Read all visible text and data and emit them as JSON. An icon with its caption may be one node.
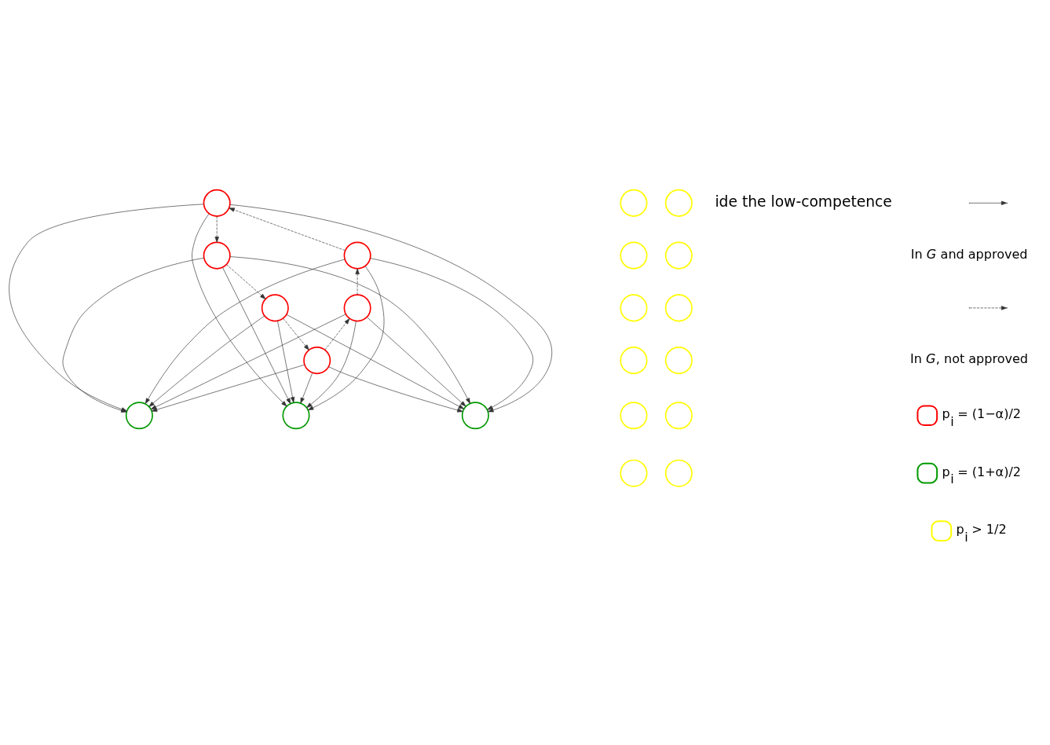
{
  "diagram": {
    "nodes": [
      {
        "text": [],
        "shape": "circle"
      },
      {
        "text": [],
        "shape": "circle"
      },
      {
        "text": [],
        "shape": "circle"
      },
      {
        "text": [],
        "shape": "circle"
      },
      {
        "text": [],
        "shape": "circle"
      },
      {
        "text": [],
        "shape": "circle"
      },
      {
        "text": [],
        "shape": "circle"
      },
      {
        "text": [],
        "shape": "circle"
      },
      {
        "text": [],
        "shape": "circle"
      },
      {
        "text": [],
        "shape": "circle"
      },
      {
        "text": [],
        "shape": "circle"
      },
      {
        "text": [],
        "shape": "circle"
      },
      {
        "text": [],
        "shape": "circle"
      },
      {
        "text": [],
        "shape": "circle"
      },
      {
        "text": [],
        "shape": "circle"
      },
      {
        "text": [],
        "shape": "circle"
      },
      {
        "text": [],
        "shape": "circle"
      },
      {
        "text": [],
        "shape": "circle"
      },
      {
        "text": [],
        "shape": "circle"
      },
      {
        "text": [],
        "shape": "circle"
      },
      {
        "text": [],
        "shape": "circle"
      }
    ],
    "edges": [
      {
        "from": 0,
        "to": 1,
        "arrow": "to",
        "style": "dashed"
      },
      {
        "from": 2,
        "to": 0,
        "arrow": "to",
        "style": "dashed"
      },
      {
        "from": 1,
        "to": 3,
        "arrow": "to",
        "style": "dashed"
      },
      {
        "from": 4,
        "to": 2,
        "arrow": "to",
        "style": "dashed"
      },
      {
        "from": 3,
        "to": 5,
        "arrow": "to",
        "style": "dashed"
      },
      {
        "from": 5,
        "to": 4,
        "arrow": "to",
        "style": "dashed"
      },
      {
        "from": 0,
        "to": 6,
        "arrow": "to"
      },
      {
        "from": 0,
        "to": 7,
        "arrow": "to"
      },
      {
        "from": 0,
        "to": 8,
        "arrow": "to"
      },
      {
        "from": 1,
        "to": 6,
        "arrow": "to"
      },
      {
        "from": 1,
        "to": 7,
        "arrow": "to"
      },
      {
        "from": 1,
        "to": 8,
        "arrow": "to"
      },
      {
        "from": 2,
        "to": 6,
        "arrow": "to"
      },
      {
        "from": 2,
        "to": 7,
        "arrow": "to"
      },
      {
        "from": 2,
        "to": 8,
        "arrow": "to"
      },
      {
        "from": 3,
        "to": 6,
        "arrow": "to"
      },
      {
        "from": 3,
        "to": 7,
        "arrow": "to"
      },
      {
        "from": 3,
        "to": 8,
        "arrow": "to"
      },
      {
        "from": 4,
        "to": 6,
        "arrow": "to"
      },
      {
        "from": 4,
        "to": 7,
        "arrow": "to"
      },
      {
        "from": 4,
        "to": 8,
        "arrow": "to"
      },
      {
        "from": 5,
        "to": 6,
        "arrow": "to"
      },
      {
        "from": 5,
        "to": 7,
        "arrow": "to"
      },
      {
        "from": 5,
        "to": 8,
        "arrow": "to"
      }
    ],
    "labels": [
      "ide the low-competence"
    ],
    "legend": [
      {
        "text": "In *G* and approved"
      },
      {
        "text": "In *G*, not approved"
      },
      {
        "text": "p$_{i}$ = (1−α)/2"
      },
      {
        "text": "p$_{i}$ = (1+α)/2"
      },
      {
        "text": "p$_{i}$ > 1/2"
      }
    ]
  }
}
